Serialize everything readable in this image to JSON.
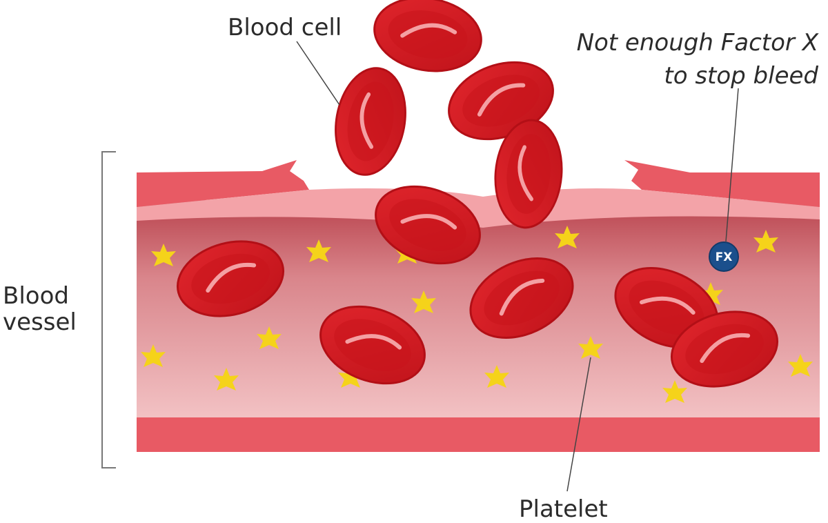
{
  "labels": {
    "blood_cell": "Blood cell",
    "blood_vessel_line1": "Blood",
    "blood_vessel_line2": "vessel",
    "factor_x_line1": "Not enough Factor X",
    "factor_x_line2": "to stop bleed",
    "platelet": "Platelet",
    "fx_marker": "FX"
  },
  "colors": {
    "red_cell": "#d71920",
    "red_cell_dark": "#b30f16",
    "vessel_wall": "#e85a64",
    "vessel_inner_top": "#c6545d",
    "vessel_inner_bottom": "#f2b8bb",
    "platelet": "#f5d31a",
    "fx_marker": "#1b4f8c"
  }
}
